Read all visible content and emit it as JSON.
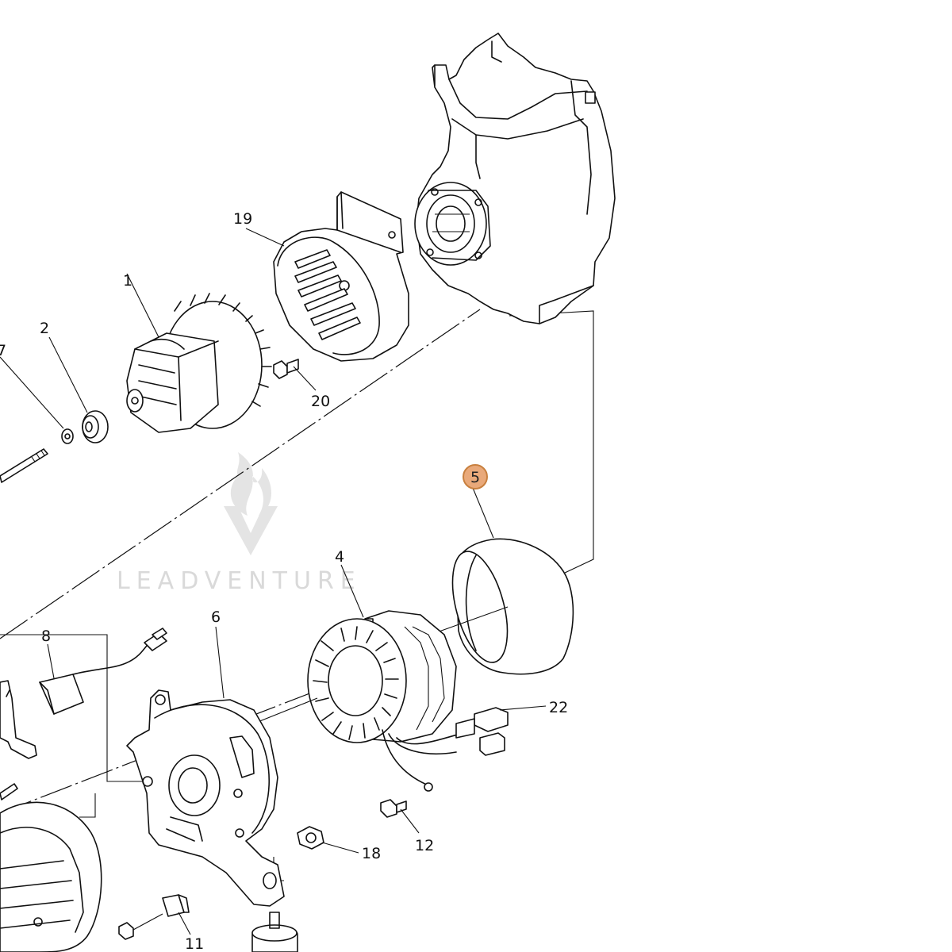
{
  "diagram": {
    "callouts": [
      {
        "id": "19",
        "label": "19"
      },
      {
        "id": "1",
        "label": "1"
      },
      {
        "id": "2",
        "label": "2"
      },
      {
        "id": "7",
        "label": "7"
      },
      {
        "id": "20",
        "label": "20"
      },
      {
        "id": "5",
        "label": "5",
        "highlighted": true
      },
      {
        "id": "4",
        "label": "4"
      },
      {
        "id": "6",
        "label": "6"
      },
      {
        "id": "8",
        "label": "8"
      },
      {
        "id": "22",
        "label": "22"
      },
      {
        "id": "12",
        "label": "12"
      },
      {
        "id": "18",
        "label": "18"
      },
      {
        "id": "11",
        "label": "11"
      }
    ],
    "highlight_color": "#e9a97a",
    "highlight_stroke": "#c8803f"
  },
  "watermark": {
    "text": "LEADVENTURE",
    "icon": "flame-v-logo-icon"
  }
}
